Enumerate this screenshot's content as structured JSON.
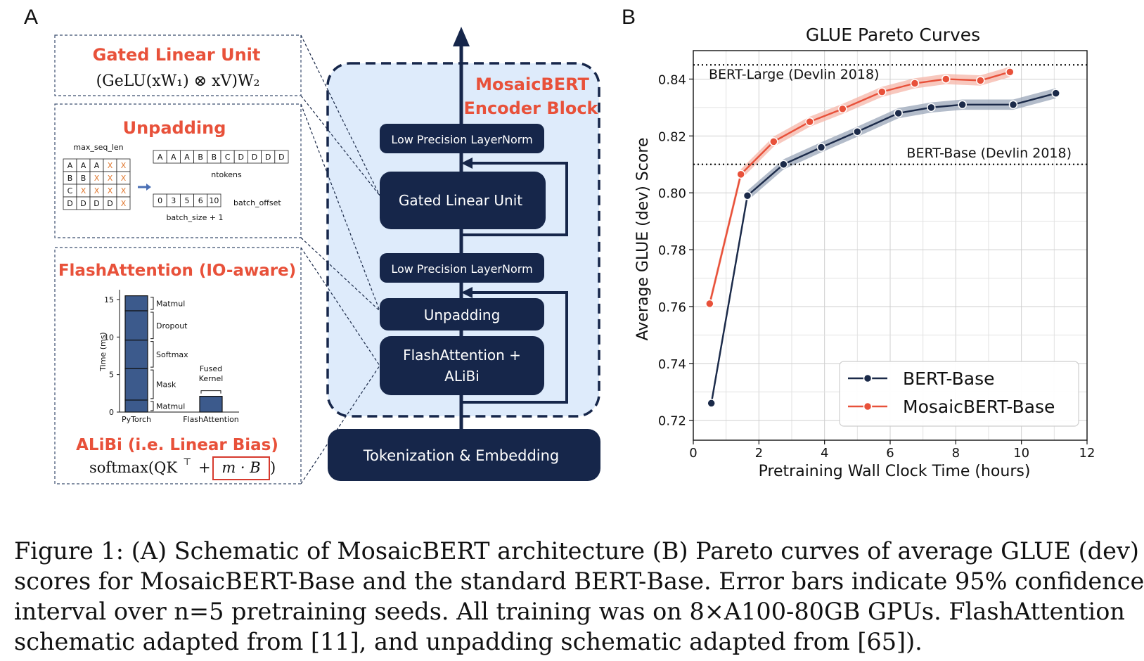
{
  "panel_a": {
    "letter": "A",
    "glu": {
      "title": "Gated Linear Unit",
      "formula": "(GeLU(xW₁) ⊗ xV)W₂"
    },
    "unpad": {
      "title": "Unpadding",
      "max_seq_len": "max_seq_len",
      "grid": [
        [
          "A",
          "A",
          "A",
          "X",
          "X"
        ],
        [
          "B",
          "B",
          "X",
          "X",
          "X"
        ],
        [
          "C",
          "X",
          "X",
          "X",
          "X"
        ],
        [
          "D",
          "D",
          "D",
          "D",
          "X"
        ]
      ],
      "ntokens_row": [
        "A",
        "A",
        "A",
        "B",
        "B",
        "C",
        "D",
        "D",
        "D",
        "D"
      ],
      "ntokens_label": "ntokens",
      "offsets": [
        "0",
        "3",
        "5",
        "6",
        "10"
      ],
      "offset_label": "batch_offset",
      "batch_label": "batch_size + 1"
    },
    "flash": {
      "title": "FlashAttention (IO-aware)",
      "ylabel": "Time (ms)",
      "yticks": [
        "0",
        "5",
        "10",
        "15"
      ],
      "segments": [
        "Matmul",
        "Dropout",
        "Softmax",
        "Mask",
        "Matmul"
      ],
      "fused": [
        "Fused",
        "Kernel"
      ],
      "xcats": [
        "PyTorch",
        "FlashAttention"
      ]
    },
    "alibi": {
      "title": "ALiBi (i.e. Linear Bias)",
      "formula_pre": "softmax(QK",
      "formula_t": "⊤",
      "formula_plus": "+",
      "formula_box": "m · B",
      "formula_close": ")"
    },
    "block": {
      "title1": "MosaicBERT",
      "title2": "Encoder Block",
      "ln1": "Low Precision LayerNorm",
      "glu": "Gated Linear Unit",
      "ln2": "Low Precision LayerNorm",
      "unpad": "Unpadding",
      "flash1": "FlashAttention +",
      "flash2": "ALiBi",
      "embed": "Tokenization & Embedding"
    }
  },
  "panel_b": {
    "letter": "B"
  },
  "chart_data": {
    "type": "line",
    "title": "GLUE Pareto Curves",
    "xlabel": "Pretraining Wall Clock Time (hours)",
    "ylabel": "Average GLUE (dev) Score",
    "xlim": [
      0,
      12
    ],
    "ylim": [
      0.713,
      0.85
    ],
    "xticks": [
      0,
      2,
      4,
      6,
      8,
      10,
      12
    ],
    "yticks": [
      0.72,
      0.74,
      0.76,
      0.78,
      0.8,
      0.82,
      0.84
    ],
    "grid": true,
    "legend": "lower-right",
    "reference_lines": [
      {
        "label": "BERT-Large (Devlin 2018)",
        "y": 0.845
      },
      {
        "label": "BERT-Base (Devlin 2018)",
        "y": 0.81
      }
    ],
    "series": [
      {
        "name": "BERT-Base",
        "color": "#1b2a49",
        "band": "#9aa6b8",
        "x": [
          0.55,
          1.65,
          2.75,
          3.9,
          5.0,
          6.25,
          7.25,
          8.2,
          9.75,
          11.05
        ],
        "y": [
          0.726,
          0.799,
          0.81,
          0.816,
          0.8215,
          0.828,
          0.83,
          0.831,
          0.831,
          0.835
        ]
      },
      {
        "name": "MosaicBERT-Base",
        "color": "#e8513a",
        "band": "#f5b5a8",
        "x": [
          0.5,
          1.45,
          2.45,
          3.55,
          4.55,
          5.75,
          6.75,
          7.7,
          8.75,
          9.65
        ],
        "y": [
          0.761,
          0.8065,
          0.818,
          0.825,
          0.8295,
          0.8355,
          0.8385,
          0.84,
          0.8395,
          0.8425
        ]
      }
    ]
  },
  "caption": {
    "lines": [
      "Figure 1: (A) Schematic of MosaicBERT architecture (B) Pareto curves of average GLUE (dev)",
      "scores for MosaicBERT-Base and the standard BERT-Base. Error bars indicate 95% confidence",
      "interval over n=5 pretraining seeds. All training was on 8×A100-80GB GPUs. FlashAttention",
      "schematic adapted from [11], and unpadding schematic adapted from [65])."
    ]
  }
}
